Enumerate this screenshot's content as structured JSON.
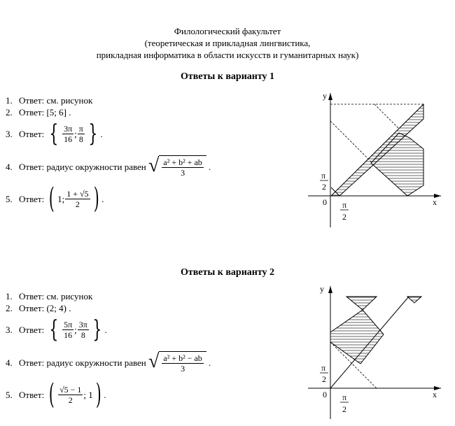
{
  "header": {
    "line1": "Филологический факультет",
    "line2": "(теоретическая и прикладная лингвистика,",
    "line3": "прикладная информатика в области искусств и гуманитарных наук)"
  },
  "variant1": {
    "title": "Ответы к варианту 1",
    "a1_num": "1.",
    "a1": "Ответ: см. рисунок",
    "a2_num": "2.",
    "a2": "Ответ: [5; 6] .",
    "a3_num": "3.",
    "a3_label": "Ответ:",
    "a3_f1_num": "3π",
    "a3_f1_den": "16",
    "a3_sep": ";",
    "a3_f2_num": "π",
    "a3_f2_den": "8",
    "a3_tail": ".",
    "a4_num": "4.",
    "a4_label": "Ответ: радиус окружности равен",
    "a4_num_expr": "a² + b² + ab",
    "a4_den": "3",
    "a4_tail": ".",
    "a5_num": "5.",
    "a5_label": "Ответ:",
    "a5_first": "1;",
    "a5_frac_num": "1 + √5",
    "a5_frac_den": "2",
    "a5_tail": ".",
    "graph": {
      "y_label": "y",
      "x_label": "x",
      "origin": "0",
      "pi": "π",
      "two": "2"
    }
  },
  "variant2": {
    "title": "Ответы к варианту 2",
    "a1_num": "1.",
    "a1": "Ответ: см. рисунок",
    "a2_num": "2.",
    "a2": "Ответ: (2; 4) .",
    "a3_num": "3.",
    "a3_label": "Ответ:",
    "a3_f1_num": "5π",
    "a3_f1_den": "16",
    "a3_sep": ";",
    "a3_f2_num": "3π",
    "a3_f2_den": "8",
    "a3_tail": ".",
    "a4_num": "4.",
    "a4_label": "Ответ: радиус окружности равен",
    "a4_num_expr": "a² + b² − ab",
    "a4_den": "3",
    "a4_tail": ".",
    "a5_num": "5.",
    "a5_label": "Ответ:",
    "a5_frac_num": "√5 − 1",
    "a5_frac_den": "2",
    "a5_last": "; 1",
    "a5_tail": ".",
    "graph": {
      "y_label": "y",
      "x_label": "x",
      "origin": "0",
      "pi": "π",
      "two": "2"
    }
  }
}
